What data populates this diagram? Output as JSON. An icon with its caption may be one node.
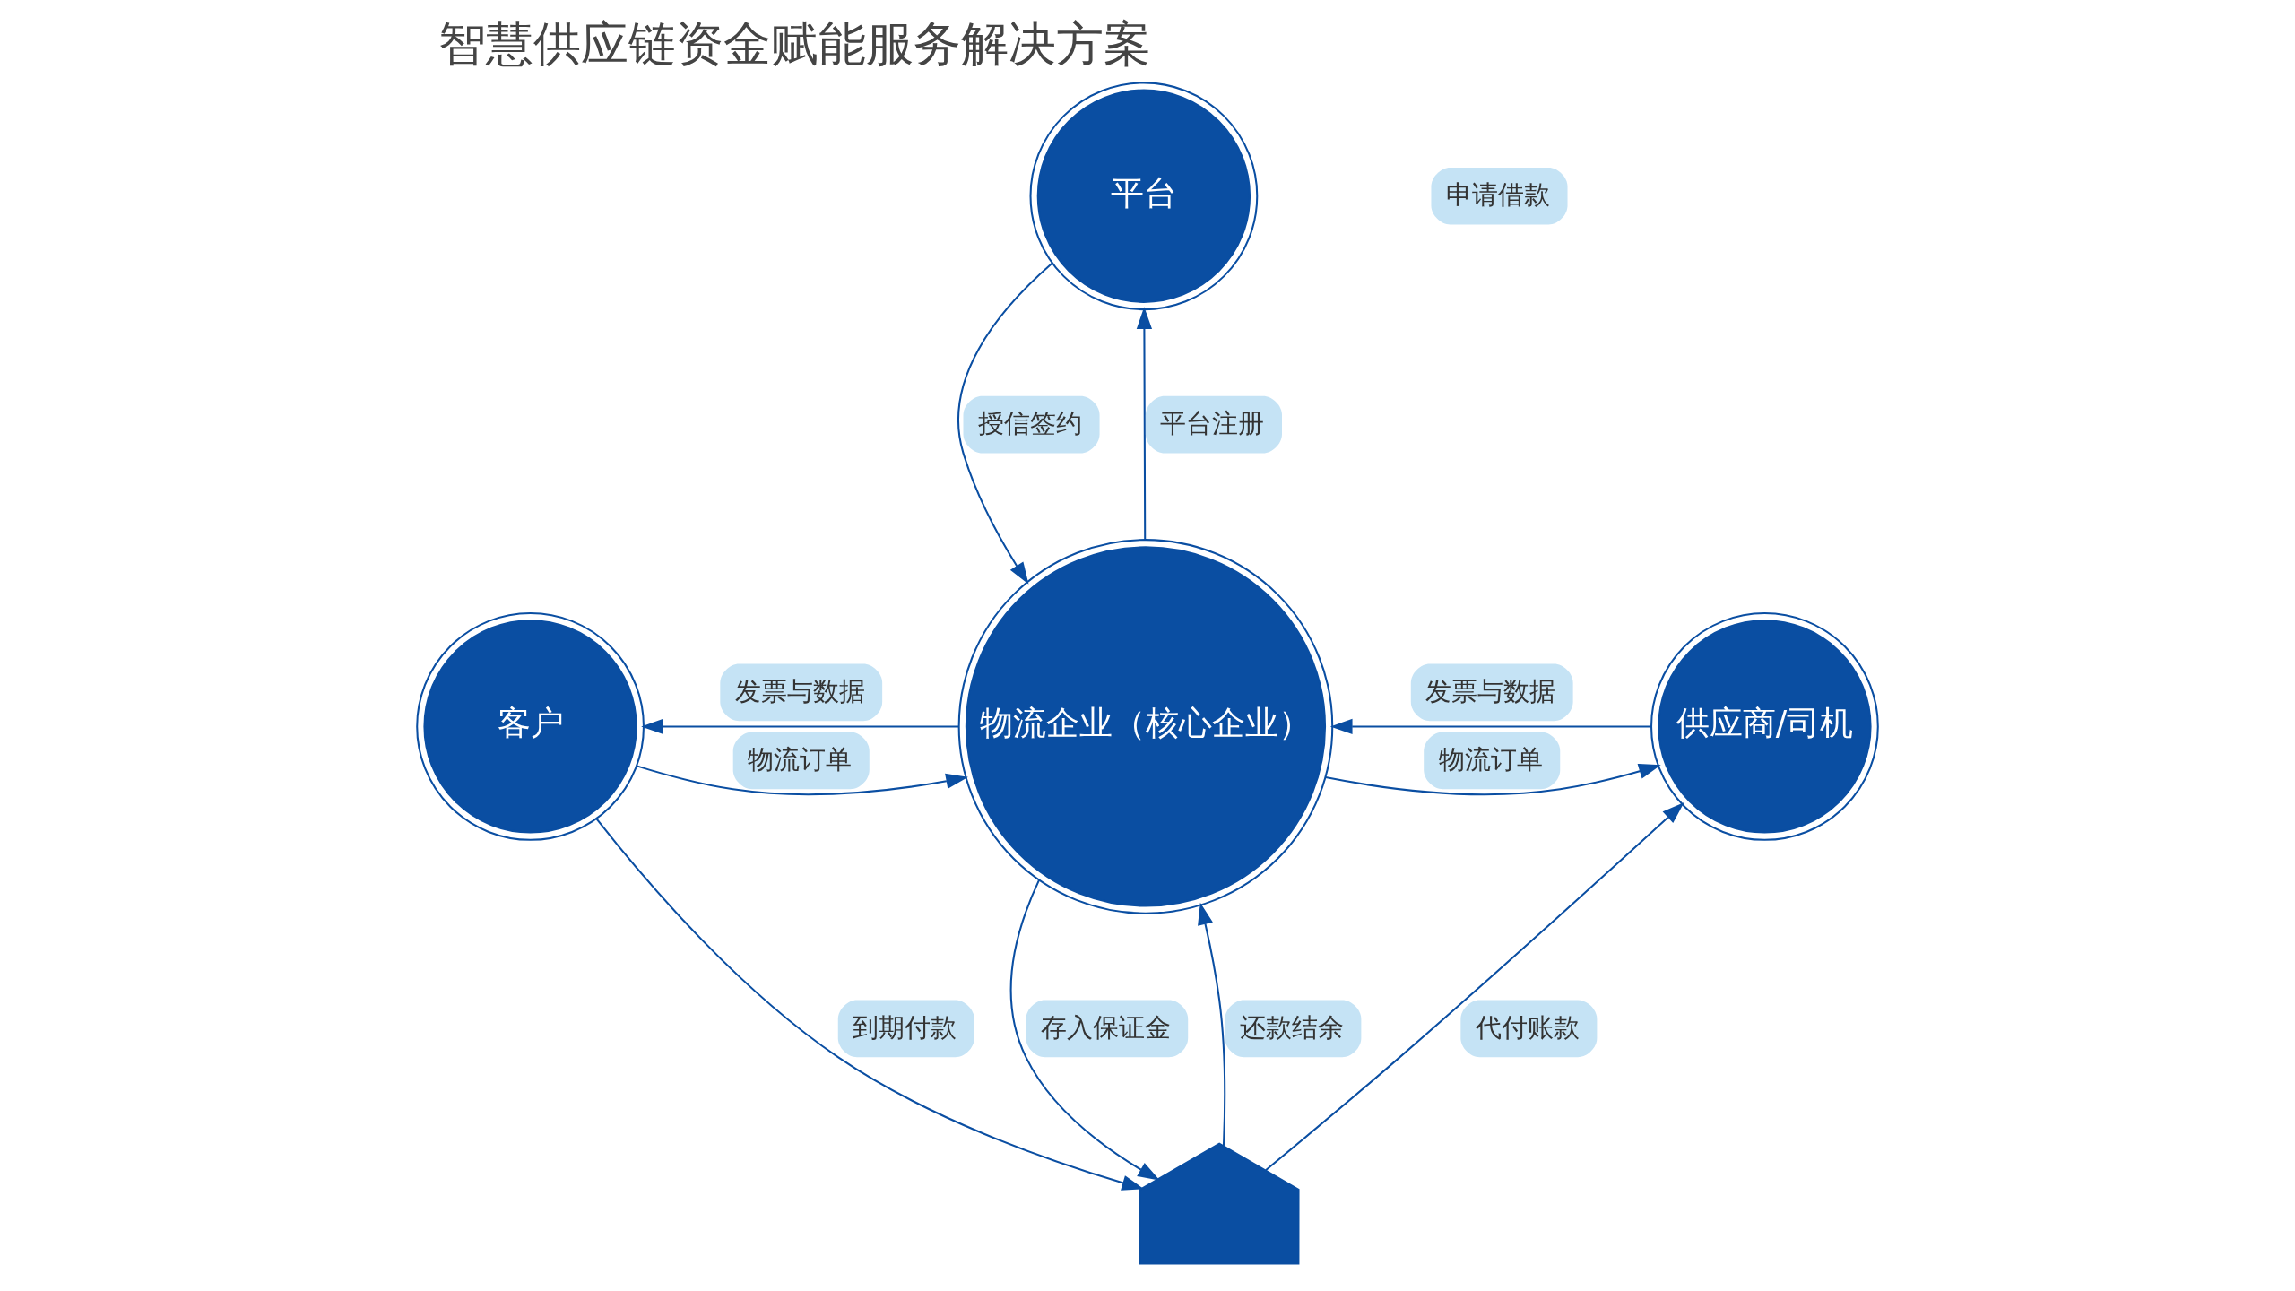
{
  "diagram": {
    "title": "智慧供应链资金赋能服务解决方案",
    "nodes": [
      {
        "text": [
          "平台"
        ]
      },
      {
        "text": [
          "客户"
        ]
      },
      {
        "text": [
          "物流企业（核心企业）"
        ]
      },
      {
        "text": [
          "供应商/司机"
        ]
      },
      {
        "text": [],
        "shape": "picture"
      }
    ],
    "edges": [
      {
        "from": 0,
        "to": 2,
        "arrow": "to",
        "label": "授信签约"
      },
      {
        "from": 2,
        "to": 0,
        "arrow": "to",
        "label": "平台注册"
      },
      {
        "from": 1,
        "to": 2,
        "arrow": "to",
        "label": "物流订单"
      },
      {
        "from": 2,
        "to": 1,
        "arrow": "to",
        "label": "发票与数据"
      },
      {
        "from": 2,
        "to": 3,
        "arrow": "to",
        "label": "物流订单"
      },
      {
        "from": 3,
        "to": 2,
        "arrow": "to",
        "label": "发票与数据"
      },
      {
        "from": 2,
        "to": 4,
        "arrow": "to",
        "label": "存入保证金"
      },
      {
        "from": 4,
        "to": 2,
        "arrow": "to",
        "label": "还款结余"
      },
      {
        "from": 1,
        "to": 4,
        "arrow": "to",
        "label": "到期付款"
      },
      {
        "from": 4,
        "to": 3,
        "arrow": "to",
        "label": "代付账款"
      }
    ],
    "labels": [
      "申请借款"
    ]
  }
}
